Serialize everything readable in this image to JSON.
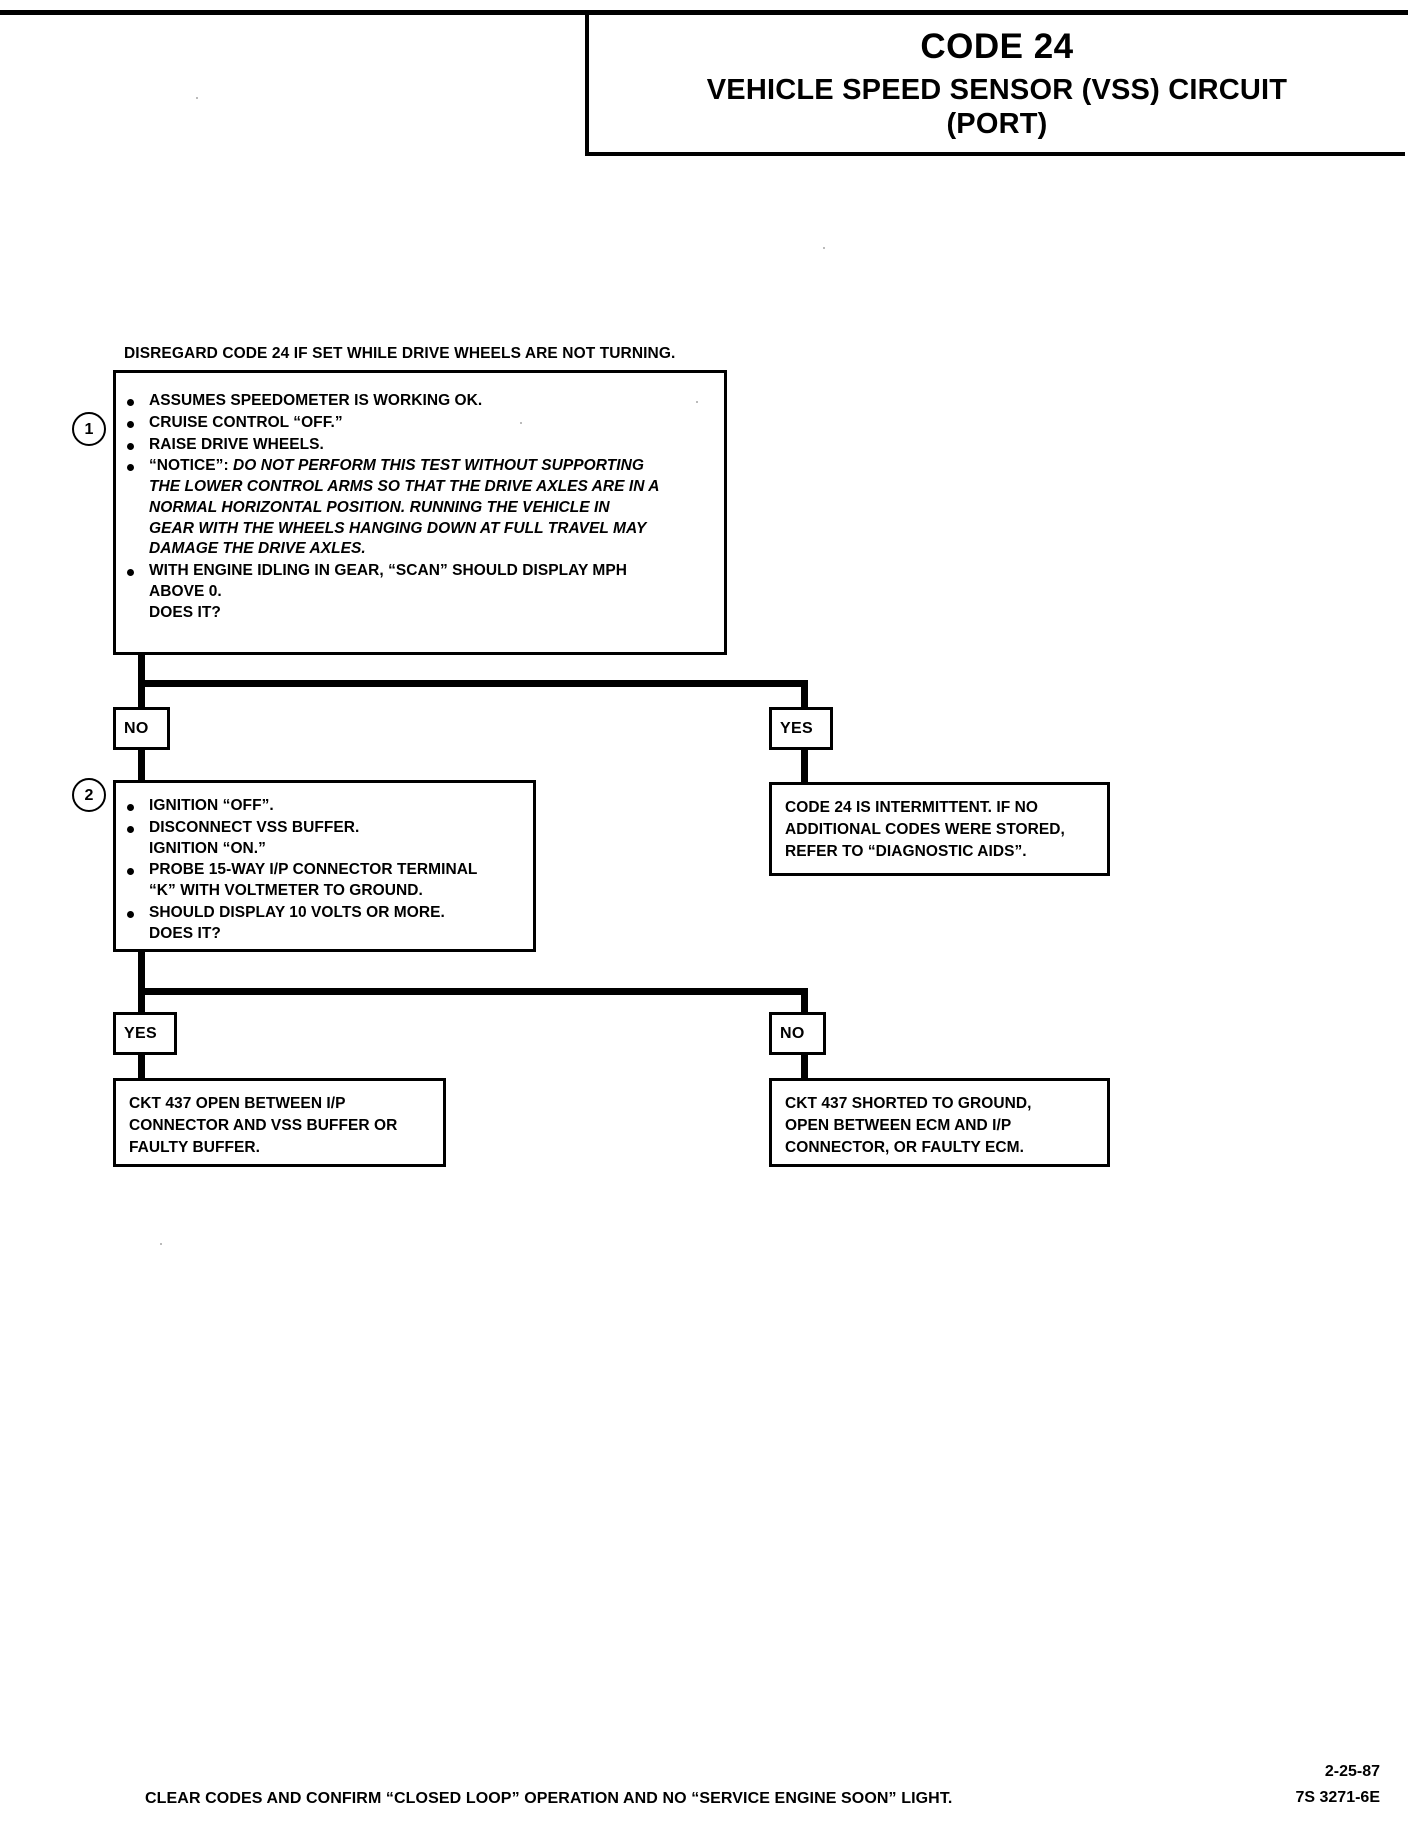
{
  "document": {
    "header": {
      "code_label": "CODE 24",
      "title": "VEHICLE SPEED SENSOR (VSS) CIRCUIT",
      "subtitle": "(PORT)"
    },
    "note": "DISREGARD CODE 24 IF SET WHILE DRIVE WHEELS ARE NOT TURNING.",
    "footer": {
      "instruction": "CLEAR CODES AND CONFIRM “CLOSED LOOP” OPERATION AND NO “SERVICE ENGINE SOON” LIGHT.",
      "date": "2-25-87",
      "part_number": "7S 3271-6E"
    }
  },
  "flowchart": {
    "steps": [
      {
        "number": "1",
        "bullets": [
          {
            "bullet": true,
            "text": "ASSUMES SPEEDOMETER IS WORKING OK."
          },
          {
            "bullet": true,
            "text": "CRUISE CONTROL “OFF.”"
          },
          {
            "bullet": true,
            "text": "RAISE DRIVE WHEELS."
          },
          {
            "bullet": true,
            "lead": "“NOTICE”:",
            "italic": "DO NOT PERFORM THIS TEST WITHOUT SUPPORTING",
            "italic_lines": [
              "THE LOWER CONTROL ARMS SO THAT THE DRIVE AXLES ARE IN A",
              "NORMAL HORIZONTAL POSITION.  RUNNING THE VEHICLE IN",
              "GEAR WITH THE WHEELS HANGING DOWN AT FULL TRAVEL MAY",
              "DAMAGE THE DRIVE AXLES."
            ]
          },
          {
            "bullet": true,
            "text": "WITH ENGINE IDLING IN GEAR, “SCAN” SHOULD DISPLAY MPH",
            "lines": [
              "ABOVE  0.",
              "DOES IT?"
            ]
          }
        ]
      },
      {
        "number": "2",
        "bullets": [
          {
            "bullet": true,
            "text": "IGNITION “OFF”."
          },
          {
            "bullet": true,
            "text": "DISCONNECT VSS BUFFER.",
            "lines": [
              "IGNITION “ON.”"
            ]
          },
          {
            "bullet": true,
            "text": "PROBE 15-WAY I/P CONNECTOR TERMINAL",
            "lines": [
              "“K” WITH VOLTMETER TO GROUND."
            ]
          },
          {
            "bullet": true,
            "text": "SHOULD DISPLAY 10 VOLTS OR MORE.",
            "lines": [
              "DOES IT?"
            ]
          }
        ]
      }
    ],
    "branch_labels": {
      "step1_no": "NO",
      "step1_yes": "YES",
      "step2_yes": "YES",
      "step2_no": "NO"
    },
    "results": [
      {
        "id": "intermittent",
        "lines": [
          "CODE 24 IS INTERMITTENT.  IF NO",
          "ADDITIONAL CODES WERE STORED,",
          "REFER TO “DIAGNOSTIC AIDS”."
        ]
      },
      {
        "id": "ckt-437-open",
        "lines": [
          "CKT 437 OPEN BETWEEN I/P",
          "CONNECTOR AND VSS BUFFER OR",
          "FAULTY BUFFER."
        ]
      },
      {
        "id": "ckt-437-shorted",
        "lines": [
          "CKT 437 SHORTED TO GROUND,",
          "OPEN BETWEEN ECM AND I/P",
          "CONNECTOR, OR FAULTY ECM."
        ]
      }
    ]
  }
}
